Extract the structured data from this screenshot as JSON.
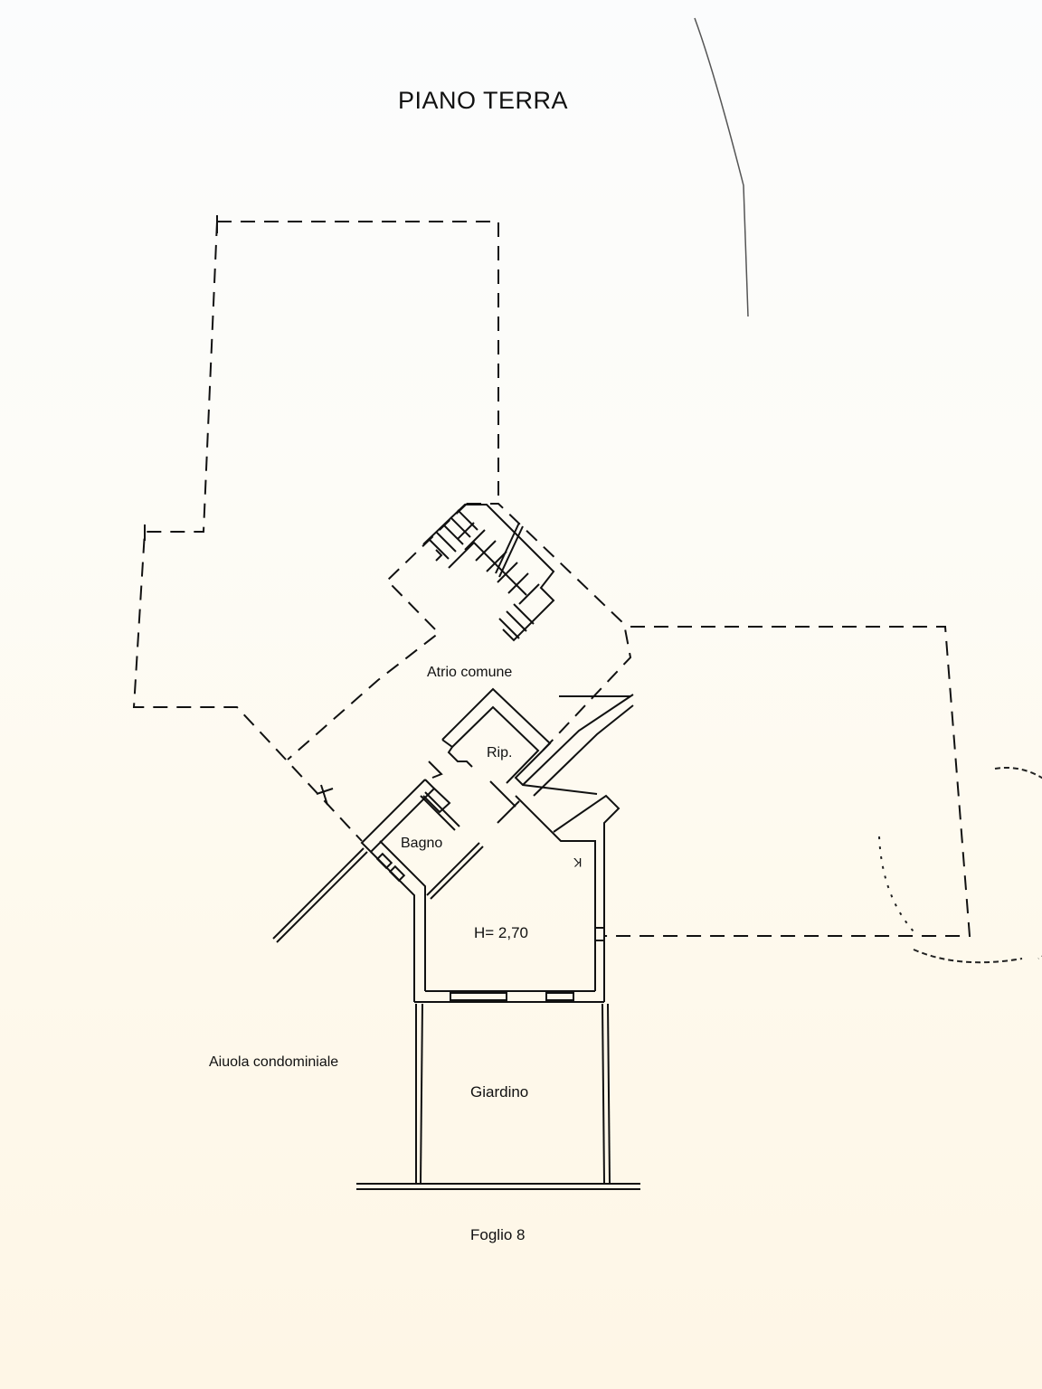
{
  "document": {
    "title": "PIANO TERRA",
    "sheet_label": "Foglio 8"
  },
  "rooms": {
    "common_atrium": "Atrio comune",
    "storage": "Rip.",
    "bathroom": "Bagno",
    "ceiling_height": "H= 2,70",
    "garden": "Giardino",
    "flower_bed": "Aiuola condominiale",
    "kitchen_mark": "K"
  },
  "colors": {
    "paper": "#fdfaf0",
    "ink": "#111111"
  }
}
